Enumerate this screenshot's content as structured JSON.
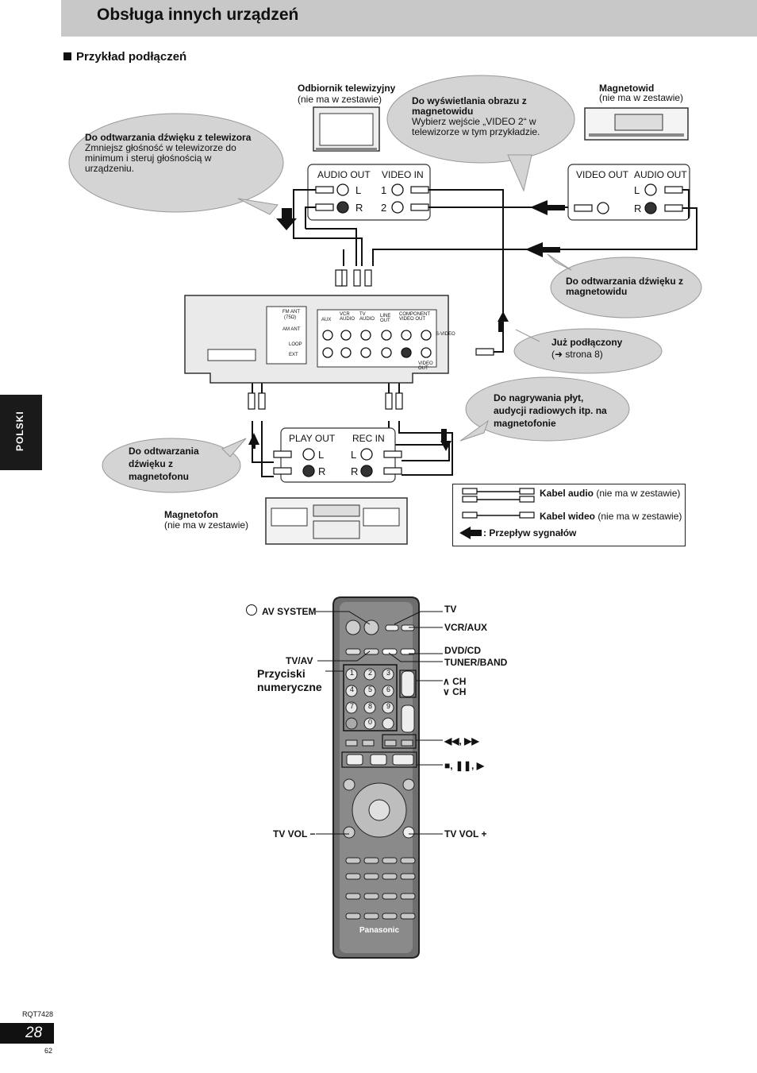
{
  "header": {
    "title": "Obsługa innych urządzeń",
    "section": "Przykład podłączeń"
  },
  "devices": {
    "tv": {
      "name": "Odbiornik telewizyjny",
      "note": "(nie ma w zestawie)"
    },
    "vcr": {
      "name": "Magnetowid",
      "note": "(nie ma w zestawie)"
    },
    "deck": {
      "name": "Magnetofon",
      "note": "(nie ma w zestawie)"
    }
  },
  "bubbles": {
    "tv_audio_title": "Do odtwarzania dźwięku z telewizora",
    "tv_audio_body": "Zmniejsz głośność w telewizorze do minimum i steruj głośnością w urządzeniu.",
    "vcr_picture_title": "Do wyświetlania obrazu z magnetowidu",
    "vcr_picture_body": "Wybierz wejście „VIDEO 2“ w telewizorze w tym przykładzie.",
    "vcr_audio": "Do odtwarzania dźwięku z magnetowidu",
    "connected_title": "Już podłączony",
    "connected_ref": "(➜ strona 8)",
    "record": "Do nagrywania płyt, audycji radiowych itp. na magnetofonie",
    "deck_audio": "Do odtwarzania dźwięku z magnetofonu"
  },
  "jacks": {
    "tv_audio_out": "AUDIO OUT",
    "tv_video_in": "VIDEO IN",
    "vcr_video_out": "VIDEO OUT",
    "vcr_audio_out": "AUDIO OUT",
    "play_out": "PLAY OUT",
    "rec_in": "REC IN",
    "L": "L",
    "R": "R",
    "one": "1",
    "two": "2"
  },
  "unit_panel": {
    "fm_ant": "FM ANT",
    "ohm": "(75Ω)",
    "am_ant": "AM ANT",
    "loop": "LOOP",
    "ext": "EXT",
    "aux": "AUX",
    "vcr_audio": "VCR AUDIO",
    "tv_audio": "TV AUDIO",
    "line_out": "LINE OUT",
    "component": "COMPONENT VIDEO OUT",
    "video_out": "VIDEO OUT",
    "s_video": "S-VIDEO"
  },
  "legend": {
    "audio_cable": "Kabel audio",
    "video_cable": "Kabel wideo",
    "not_included": "(nie ma w zestawie)",
    "signal_flow": ": Przepływ sygnałów"
  },
  "remote_labels": {
    "av_system": "AV SYSTEM",
    "tv_av": "TV/AV",
    "numeric": "Przyciski numeryczne",
    "tv_vol_minus": "TV VOL −",
    "tv": "TV",
    "vcr_aux": "VCR/AUX",
    "dvd_cd": "DVD/CD",
    "tuner_band": "TUNER/BAND",
    "ch_up": "∧ CH",
    "ch_down": "∨ CH",
    "skip_search": "◀◀, ▶▶",
    "transport": "■, ❚❚, ▶",
    "tv_vol_plus": "TV VOL +"
  },
  "remote": {
    "brand": "Panasonic",
    "keys": [
      "1",
      "2",
      "3",
      "4",
      "5",
      "6",
      "7",
      "8",
      "9",
      "0"
    ]
  },
  "footer": {
    "code": "RQT7428",
    "page": "28",
    "sub": "62",
    "side_tab": "POLSKI"
  }
}
